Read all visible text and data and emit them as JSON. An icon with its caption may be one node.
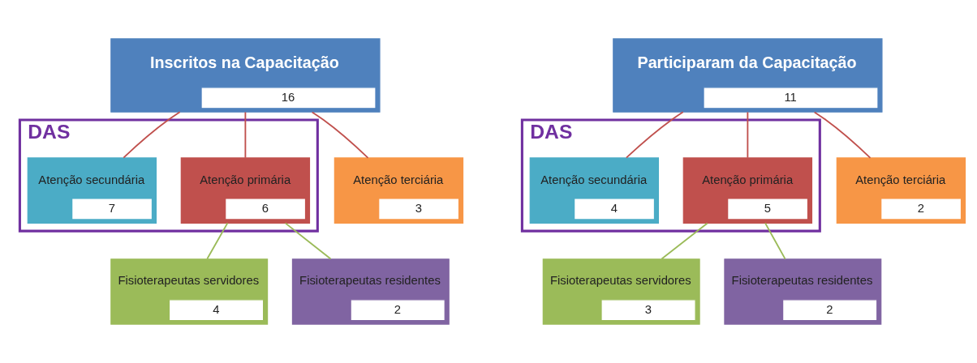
{
  "diagram": {
    "nodes": [
      {
        "text": [
          "Inscritos na Capacitação",
          "16"
        ]
      },
      {
        "text": [
          "DAS"
        ]
      },
      {
        "text": [
          "Atenção primária",
          "6"
        ],
        "in": 1
      },
      {
        "text": [
          "Atenção secundária",
          "7"
        ],
        "in": 1
      },
      {
        "text": [
          "Atenção terciária",
          "3"
        ]
      },
      {
        "text": [
          "Fisioterapeutas servidores",
          "4"
        ]
      },
      {
        "text": [
          "Fisioterapeutas residentes",
          "2"
        ]
      },
      {
        "text": [
          "Participaram da Capacitação",
          "11"
        ]
      },
      {
        "text": [
          "DAS"
        ]
      },
      {
        "text": [
          "Atenção primária",
          "5"
        ],
        "in": 8
      },
      {
        "text": [
          "Atenção secundária",
          "4"
        ],
        "in": 8
      },
      {
        "text": [
          "Atenção terciária",
          "2"
        ]
      },
      {
        "text": [
          "Fisioterapeutas servidores",
          "3"
        ]
      },
      {
        "text": [
          "Fisioterapeutas residentes",
          "2"
        ]
      }
    ],
    "edges": [
      {
        "from": 0,
        "to": 2,
        "arrow": "none"
      },
      {
        "from": 0,
        "to": 3,
        "arrow": "none"
      },
      {
        "from": 0,
        "to": 4,
        "arrow": "none"
      },
      {
        "from": 2,
        "to": 5,
        "arrow": "none",
        "color": "#9bbb59"
      },
      {
        "from": 2,
        "to": 6,
        "arrow": "none",
        "color": "#9bbb59"
      },
      {
        "from": 7,
        "to": 9,
        "arrow": "none"
      },
      {
        "from": 7,
        "to": 10,
        "arrow": "none"
      },
      {
        "from": 7,
        "to": 11,
        "arrow": "none"
      },
      {
        "from": 9,
        "to": 12,
        "arrow": "none",
        "color": "#9bbb59"
      },
      {
        "from": 9,
        "to": 13,
        "arrow": "none",
        "color": "#9bbb59"
      }
    ]
  }
}
